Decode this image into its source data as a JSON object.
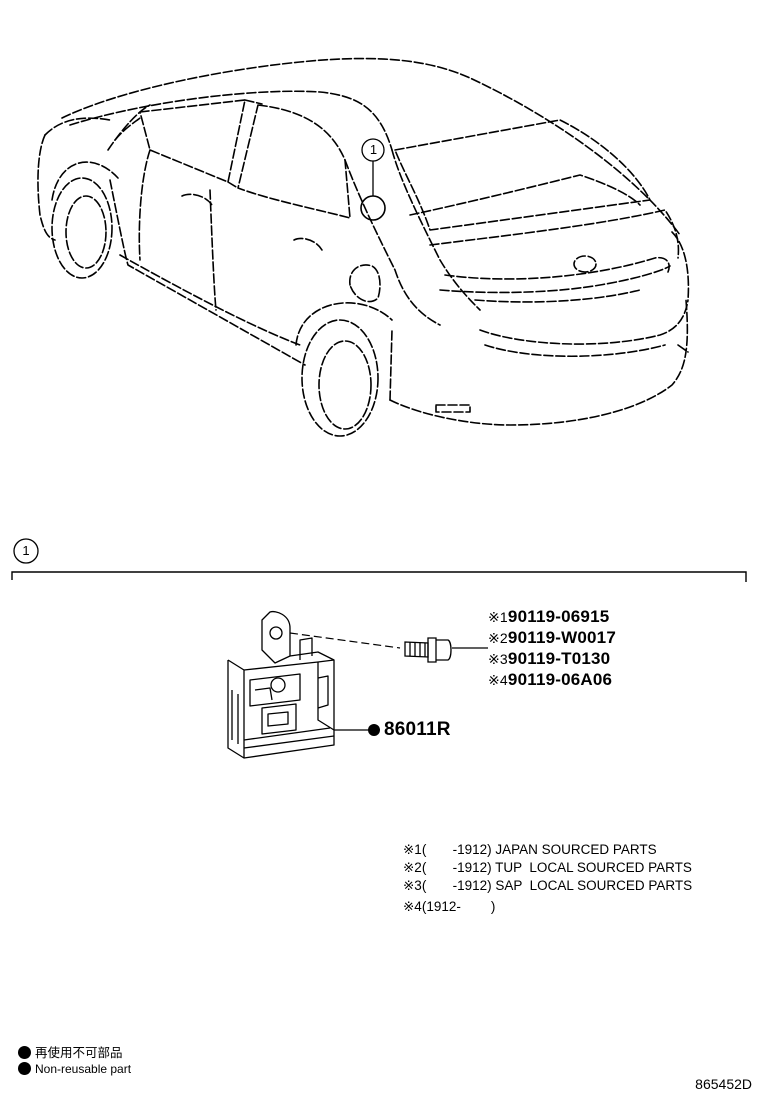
{
  "callout": {
    "label": "1"
  },
  "section": {
    "label": "1"
  },
  "parts": [
    {
      "marker": "※1",
      "number": "90119-06915"
    },
    {
      "marker": "※2",
      "number": "90119-W0017"
    },
    {
      "marker": "※3",
      "number": "90119-T0130"
    },
    {
      "marker": "※4",
      "number": "90119-06A06"
    }
  ],
  "main_part": {
    "number": "86011R"
  },
  "notes": [
    {
      "marker": "※1",
      "range": "(       -1912)",
      "text": "JAPAN SOURCED PARTS"
    },
    {
      "marker": "※2",
      "range": "(       -1912)",
      "text": "TUP  LOCAL SOURCED PARTS"
    },
    {
      "marker": "※3",
      "range": "(       -1912)",
      "text": "SAP  LOCAL SOURCED PARTS"
    },
    {
      "marker": "※4",
      "range": "(1912-        )",
      "text": ""
    }
  ],
  "legend": {
    "jp": "再使用不可部品",
    "en": "Non-reusable part"
  },
  "drawing_id": "865452D"
}
